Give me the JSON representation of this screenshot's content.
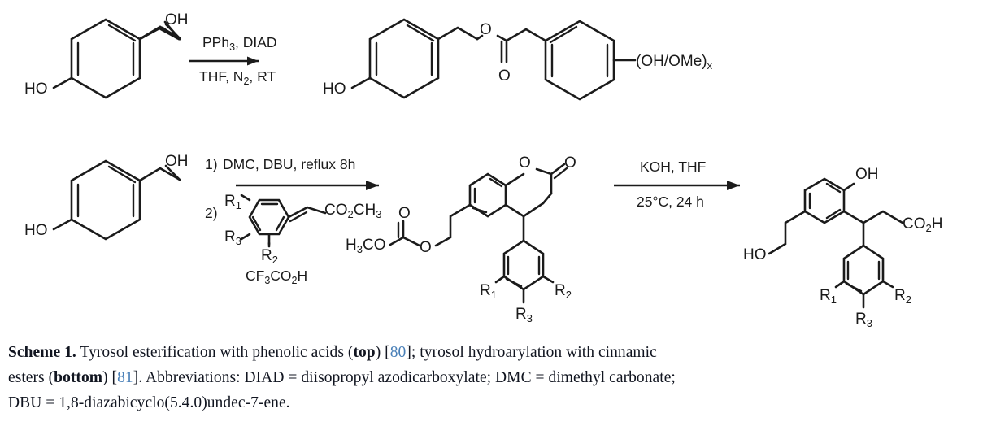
{
  "figure": {
    "label": "Scheme 1",
    "reactions": [
      {
        "id": "top",
        "name": "tyrosol-esterification",
        "substrate": {
          "name": "tyrosol",
          "labels": {
            "phenol_oh": "HO",
            "alcohol_oh": "OH"
          }
        },
        "arrow": {
          "above": "PPh3, DIAD",
          "below": "THF, N2, RT",
          "above_parts": [
            {
              "t": "PPh",
              "sub": false
            },
            {
              "t": "3",
              "sub": true
            },
            {
              "t": ", DIAD",
              "sub": false
            }
          ],
          "below_parts": [
            {
              "t": "THF, N",
              "sub": false
            },
            {
              "t": "2",
              "sub": true
            },
            {
              "t": ", RT",
              "sub": false
            }
          ]
        },
        "product": {
          "name": "tyrosyl-phenylacetate",
          "labels": {
            "phenol_oh": "HO",
            "ester_o": "O",
            "carbonyl_o": "O",
            "substituent": "(OH/OMe)",
            "substituent_sub": "x"
          }
        }
      },
      {
        "id": "bottom",
        "name": "tyrosol-hydroarylation",
        "substrate": {
          "name": "tyrosol",
          "labels": {
            "phenol_oh": "HO",
            "alcohol_oh": "OH"
          }
        },
        "reagents": {
          "step1_number": "1)",
          "step1_text": "DMC, DBU, reflux 8h",
          "step2_number": "2)",
          "step2_structure_labels": {
            "r1": "R",
            "r1_sub": "1",
            "r2": "R",
            "r2_sub": "2",
            "r3": "R",
            "r3_sub": "3",
            "ester": "CO",
            "ester_sub": "2",
            "ester_tail": "CH",
            "ester_tail_sub": "3"
          },
          "acid_parts": [
            {
              "t": "CF",
              "sub": false
            },
            {
              "t": "3",
              "sub": true
            },
            {
              "t": "CO",
              "sub": false
            },
            {
              "t": "2",
              "sub": true
            },
            {
              "t": "H",
              "sub": false
            }
          ]
        },
        "intermediate": {
          "name": "chroman-2-one-methyl-carbonate",
          "labels": {
            "methyl_carbonate": "H3CO",
            "methyl_carbonate_parts": [
              {
                "t": "H",
                "sub": false
              },
              {
                "t": "3",
                "sub": true
              },
              {
                "t": "CO",
                "sub": false
              }
            ],
            "carbonate_o_up": "O",
            "carbonate_o_link": "O",
            "lactone_o": "O",
            "lactone_carbonyl_o": "O",
            "r1": "R",
            "r1_sub": "1",
            "r2": "R",
            "r2_sub": "2",
            "r3": "R",
            "r3_sub": "3"
          }
        },
        "arrow": {
          "above": "KOH, THF",
          "below": "25°C, 24 h"
        },
        "product": {
          "name": "diaryl-propanoic-acid",
          "labels": {
            "phenol_oh": "OH",
            "hydroxyethyl": "HO",
            "acid": "CO",
            "acid_sub": "2",
            "acid_tail": "H",
            "r1": "R",
            "r1_sub": "1",
            "r2": "R",
            "r2_sub": "2",
            "r3": "R",
            "r3_sub": "3"
          }
        }
      }
    ]
  },
  "caption": {
    "line1": [
      {
        "text": "Scheme 1.",
        "style": "bold"
      },
      {
        "text": " Tyrosol esterification with phenolic acids (",
        "style": "normal"
      },
      {
        "text": "top",
        "style": "bold"
      },
      {
        "text": ") [",
        "style": "normal"
      },
      {
        "text": "80",
        "style": "ref"
      },
      {
        "text": "]; tyrosol hydroarylation with cinnamic",
        "style": "normal"
      }
    ],
    "line2": [
      {
        "text": "esters (",
        "style": "normal"
      },
      {
        "text": "bottom",
        "style": "bold"
      },
      {
        "text": ") [",
        "style": "normal"
      },
      {
        "text": "81",
        "style": "ref"
      },
      {
        "text": "]. Abbreviations: DIAD = diisopropyl azodicarboxylate; DMC = dimethyl carbonate;",
        "style": "normal"
      }
    ],
    "line3": [
      {
        "text": "DBU = 1,8-diazabicyclo(5.4.0)undec-7-ene.",
        "style": "normal"
      }
    ]
  },
  "colors": {
    "background": "#ffffff",
    "structure_stroke": "#1b1b1b",
    "caption_text": "#111520",
    "citation_link": "#4a80b8"
  }
}
